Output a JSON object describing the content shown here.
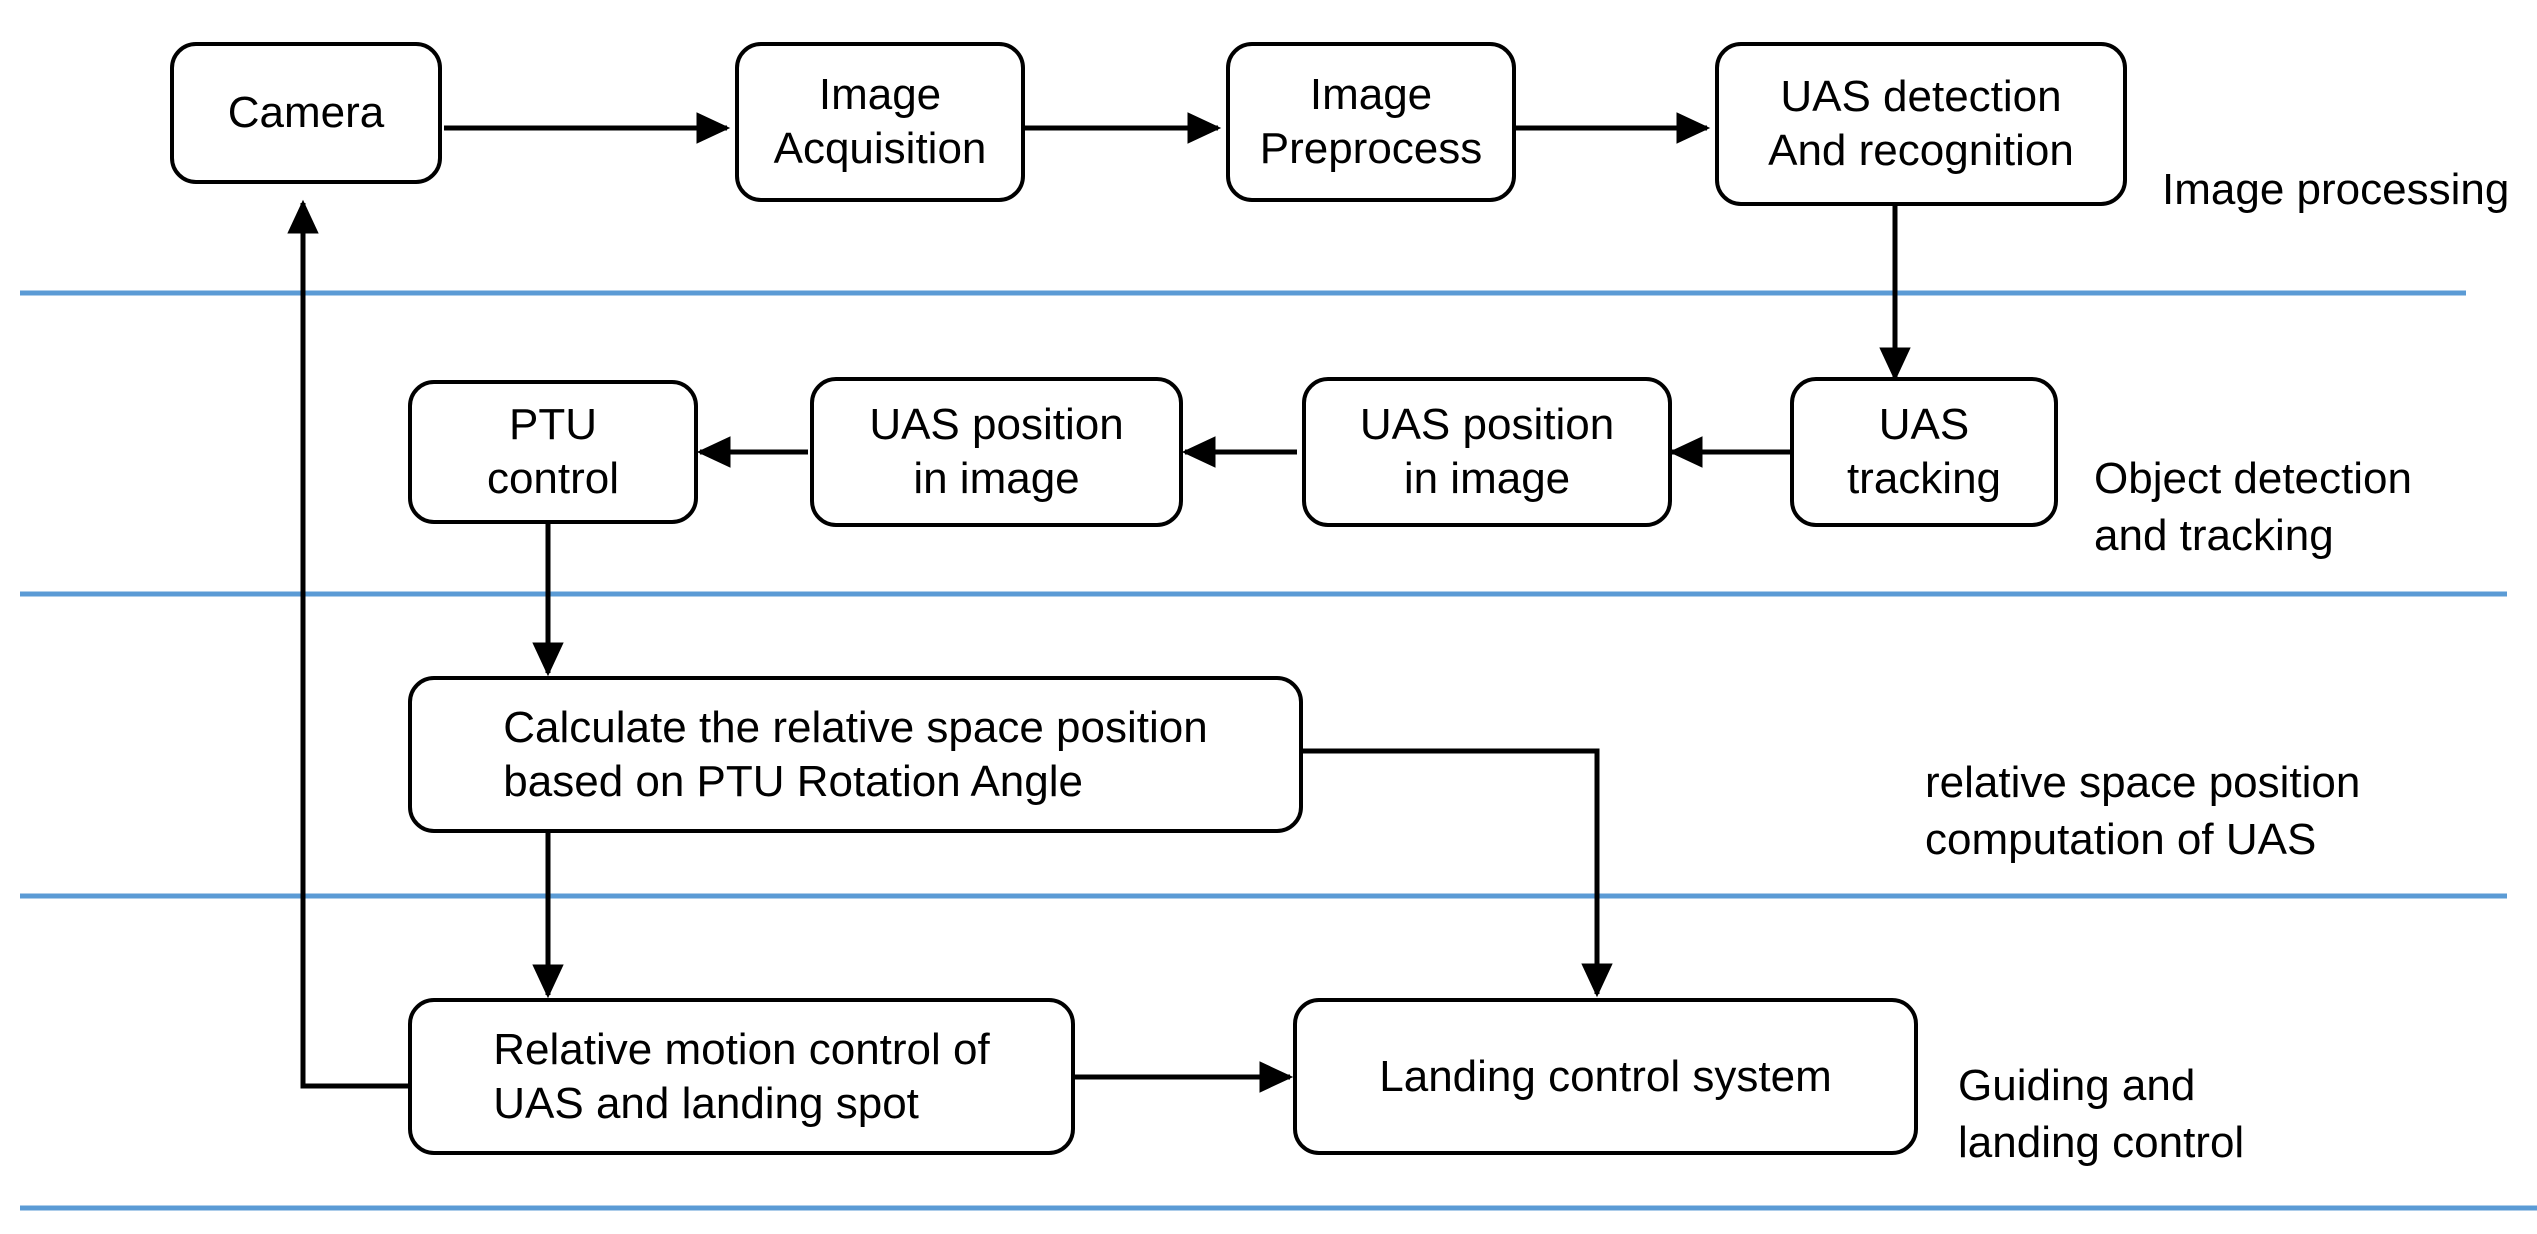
{
  "diagram": {
    "title": "UAS vision-guided landing system flowchart",
    "colors": {
      "stroke": "#000000",
      "divider": "#5b9bd5",
      "background": "#ffffff",
      "text": "#000000"
    },
    "nodes": [
      {
        "id": "camera",
        "label": "Camera"
      },
      {
        "id": "image-acquisition",
        "label": "Image\nAcquisition"
      },
      {
        "id": "image-preprocess",
        "label": "Image\nPreprocess"
      },
      {
        "id": "uas-detection",
        "label": "UAS detection\nAnd recognition"
      },
      {
        "id": "uas-tracking",
        "label": "UAS\ntracking"
      },
      {
        "id": "uas-position-1",
        "label": "UAS  position\nin image"
      },
      {
        "id": "uas-position-2",
        "label": "UAS  position\nin image"
      },
      {
        "id": "ptu-control",
        "label": "PTU\ncontrol"
      },
      {
        "id": "calculate-position",
        "label": "Calculate the relative space position\nbased on PTU Rotation Angle"
      },
      {
        "id": "relative-motion",
        "label": "Relative motion control of\nUAS and landing spot"
      },
      {
        "id": "landing-control",
        "label": "Landing control system"
      }
    ],
    "stage_labels": [
      {
        "id": "stage-image-processing",
        "label": "Image processing"
      },
      {
        "id": "stage-object-detection",
        "label": "Object detection\nand tracking"
      },
      {
        "id": "stage-space-position",
        "label": "relative space position\ncomputation of UAS"
      },
      {
        "id": "stage-guiding-landing",
        "label": "Guiding and\nlanding control"
      }
    ],
    "edges": [
      {
        "id": "camera-to-acquisition",
        "from": "camera",
        "to": "image-acquisition"
      },
      {
        "id": "acquisition-to-preprocess",
        "from": "image-acquisition",
        "to": "image-preprocess"
      },
      {
        "id": "preprocess-to-detection",
        "from": "image-preprocess",
        "to": "uas-detection"
      },
      {
        "id": "detection-to-tracking",
        "from": "uas-detection",
        "to": "uas-tracking"
      },
      {
        "id": "tracking-to-position2",
        "from": "uas-tracking",
        "to": "uas-position-2"
      },
      {
        "id": "position2-to-position1",
        "from": "uas-position-2",
        "to": "uas-position-1"
      },
      {
        "id": "position1-to-ptu",
        "from": "uas-position-1",
        "to": "ptu-control"
      },
      {
        "id": "ptu-to-calculate",
        "from": "ptu-control",
        "to": "calculate-position"
      },
      {
        "id": "calculate-to-relative-motion",
        "from": "calculate-position",
        "to": "relative-motion"
      },
      {
        "id": "calculate-to-landing",
        "from": "calculate-position",
        "to": "landing-control"
      },
      {
        "id": "relative-motion-to-landing",
        "from": "relative-motion",
        "to": "landing-control"
      },
      {
        "id": "relative-motion-to-camera",
        "from": "relative-motion",
        "to": "camera"
      }
    ],
    "dividers": [
      {
        "id": "divider-1"
      },
      {
        "id": "divider-2"
      },
      {
        "id": "divider-3"
      },
      {
        "id": "divider-4"
      }
    ]
  }
}
